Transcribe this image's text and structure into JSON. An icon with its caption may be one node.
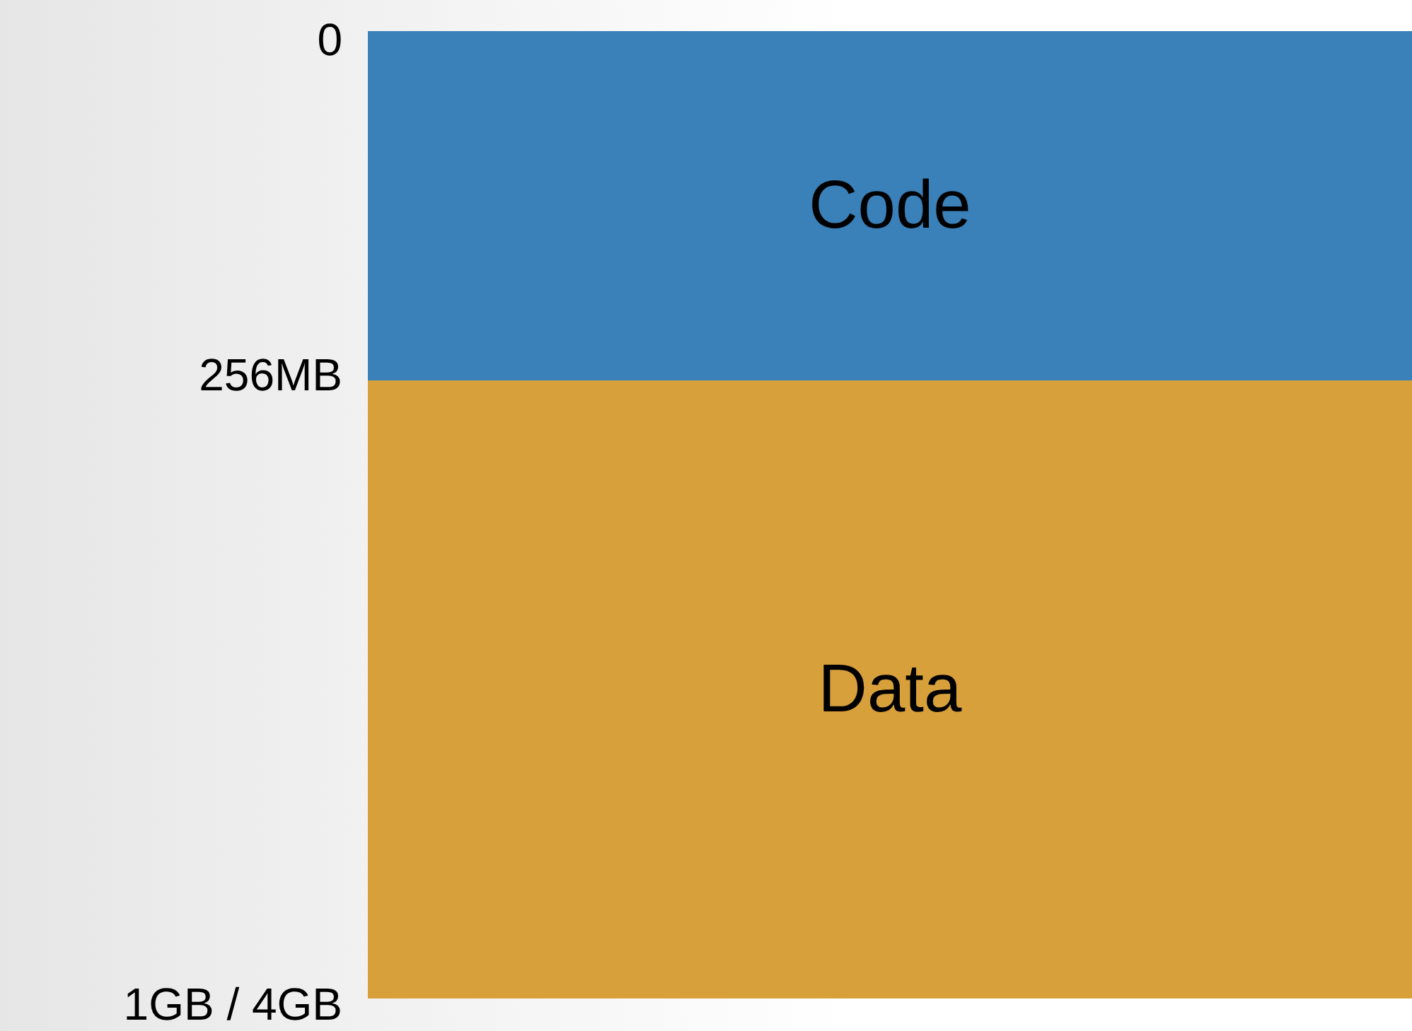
{
  "diagram": {
    "nodes": [
      {
        "text": [
          "Code"
        ]
      },
      {
        "text": [
          "Data"
        ]
      }
    ],
    "labels": [
      "0",
      "256MB",
      "1GB / 4GB"
    ]
  }
}
